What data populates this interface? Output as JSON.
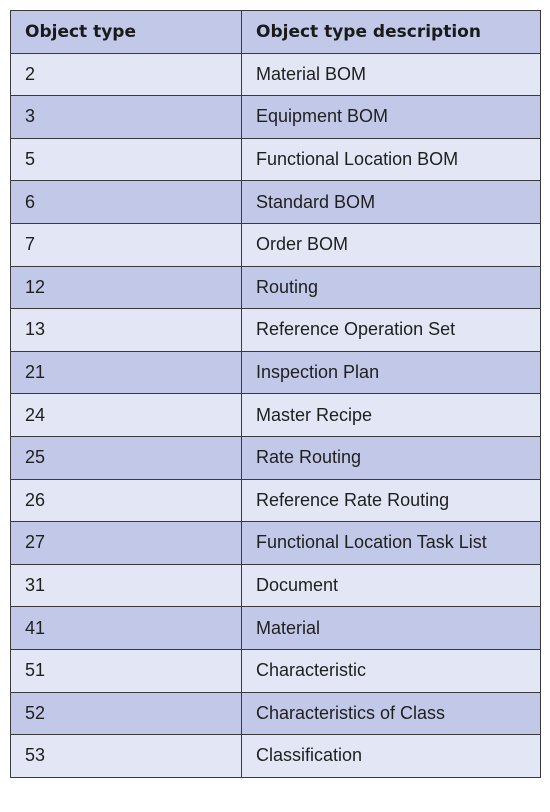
{
  "table": {
    "headers": [
      "Object type",
      "Object type description"
    ],
    "rows": [
      [
        "2",
        "Material BOM"
      ],
      [
        "3",
        "Equipment BOM"
      ],
      [
        "5",
        "Functional Location BOM"
      ],
      [
        "6",
        "Standard BOM"
      ],
      [
        "7",
        "Order BOM"
      ],
      [
        "12",
        "Routing"
      ],
      [
        "13",
        "Reference Operation Set"
      ],
      [
        "21",
        "Inspection Plan"
      ],
      [
        "24",
        "Master Recipe"
      ],
      [
        "25",
        "Rate Routing"
      ],
      [
        "26",
        "Reference Rate Routing"
      ],
      [
        "27",
        "Functional Location Task List"
      ],
      [
        "31",
        "Document"
      ],
      [
        "41",
        "Material"
      ],
      [
        "51",
        "Characteristic"
      ],
      [
        "52",
        "Characteristics of Class"
      ],
      [
        "53",
        "Classification"
      ]
    ]
  },
  "colors": {
    "header_bg": "#c2c9e8",
    "row_light": "#e3e7f5",
    "row_dark": "#c2c9e8",
    "border": "#3a3a3a"
  }
}
